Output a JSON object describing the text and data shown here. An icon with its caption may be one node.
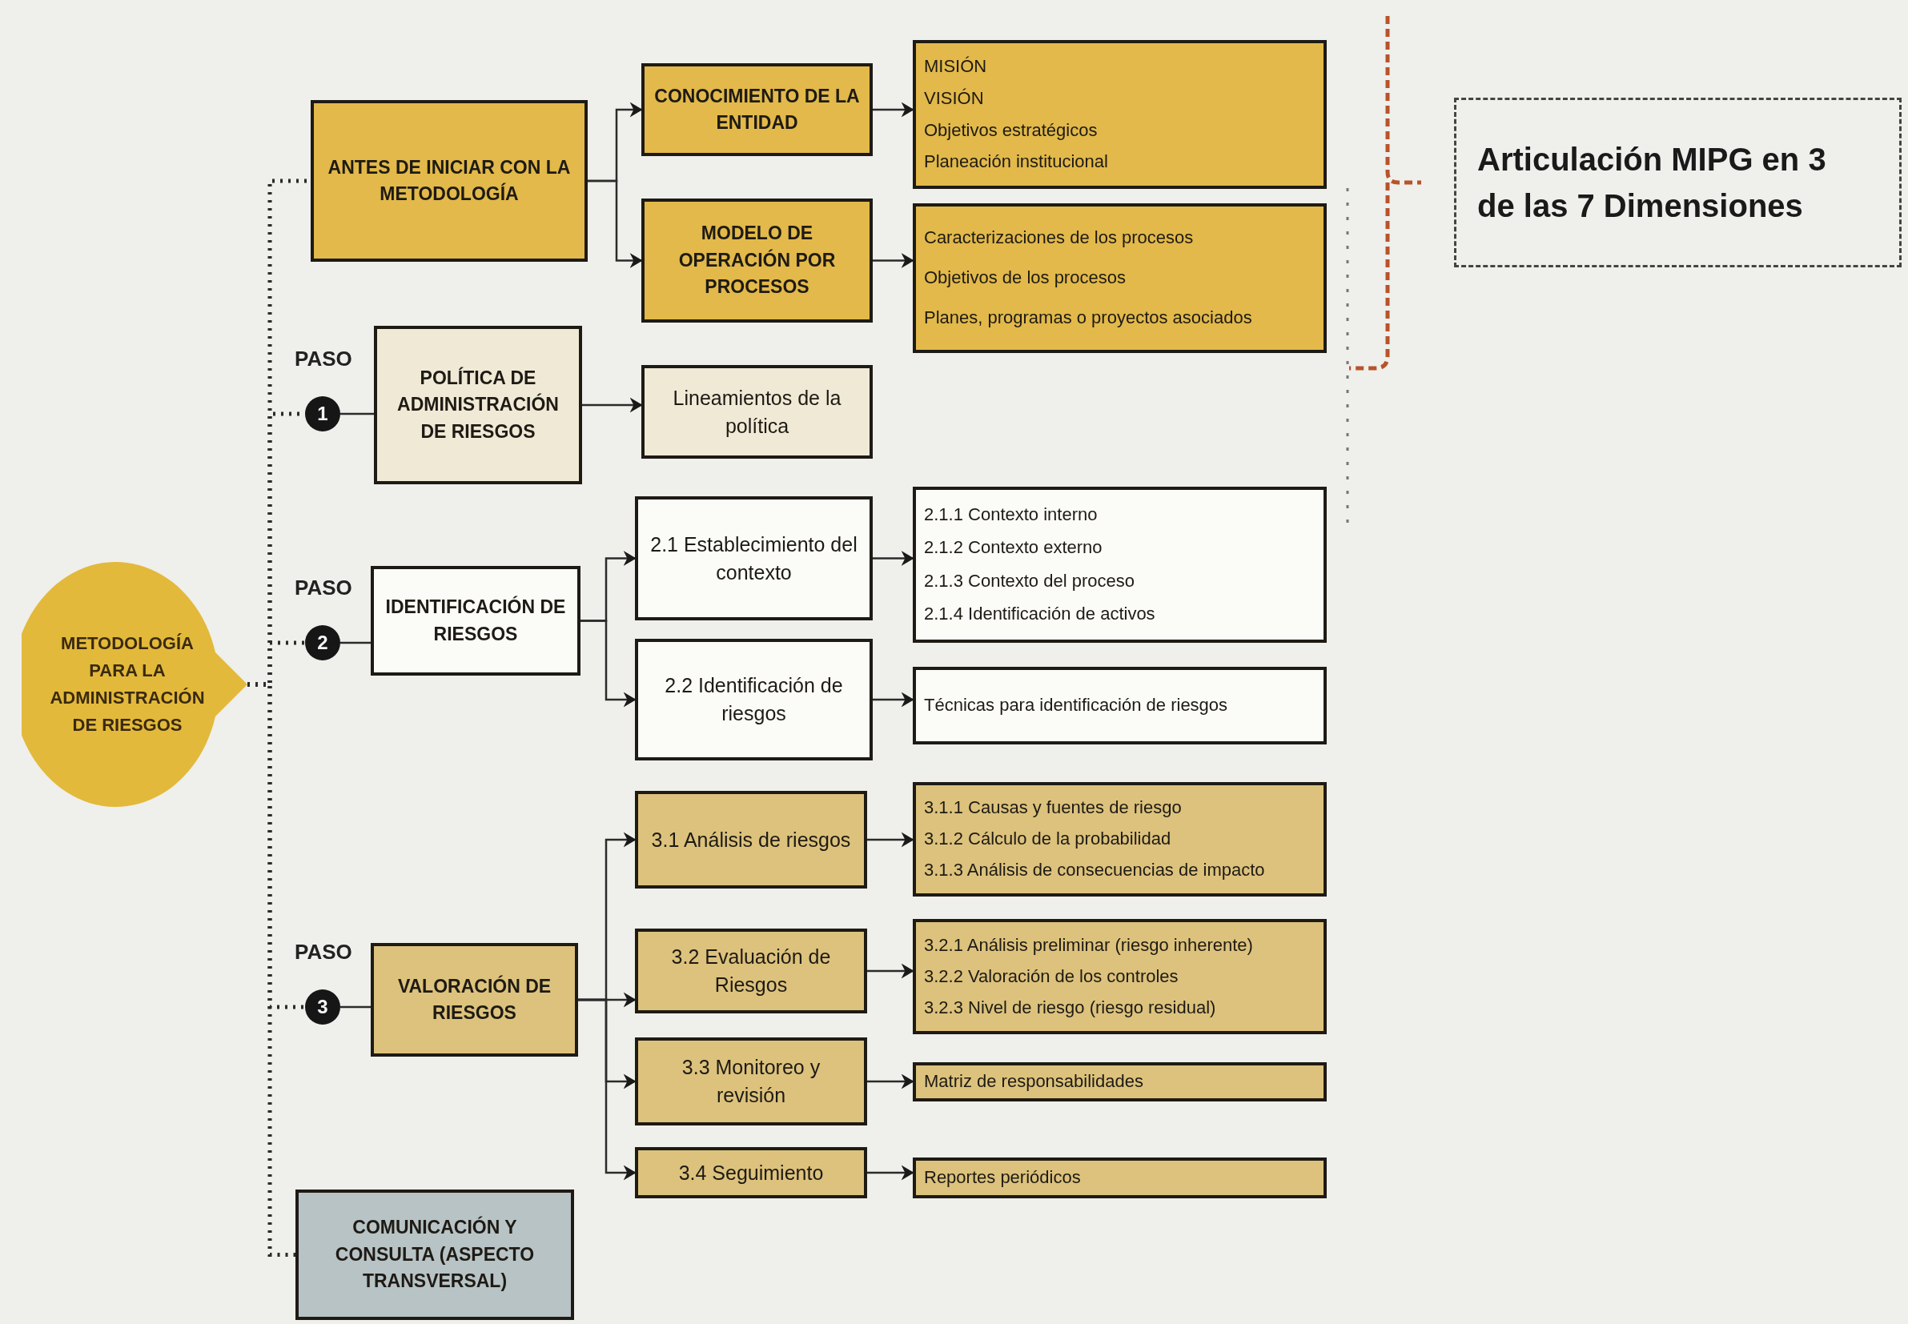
{
  "diagram": {
    "nodes": [
      {
        "text": [
          "METODOLOGÍA PARA LA ADMINISTRACIÓN DE RIESGOS"
        ]
      },
      {
        "text": [
          "ANTES DE INICIAR CON LA METODOLOGÍA"
        ]
      },
      {
        "text": [
          "CONOCIMIENTO DE LA ENTIDAD"
        ]
      },
      {
        "text": [
          "MODELO DE OPERACIÓN POR PROCESOS"
        ]
      },
      {
        "text": [
          "MISIÓN",
          "VISIÓN",
          "Objetivos estratégicos",
          "Planeación institucional"
        ]
      },
      {
        "text": [
          "Caracterizaciones de los procesos",
          "Objetivos de los procesos",
          "Planes, programas o proyectos asociados"
        ]
      },
      {
        "text": [
          "1"
        ],
        "beside": [
          "PASO"
        ]
      },
      {
        "text": [
          "POLÍTICA DE ADMINISTRACIÓN DE RIESGOS"
        ]
      },
      {
        "text": [
          "Lineamientos de la política"
        ]
      },
      {
        "text": [
          "2"
        ],
        "beside": [
          "PASO"
        ]
      },
      {
        "text": [
          "IDENTIFICACIÓN DE RIESGOS"
        ]
      },
      {
        "text": [
          "2.1 Establecimiento del contexto"
        ]
      },
      {
        "text": [
          "2.2 Identificación de riesgos"
        ]
      },
      {
        "text": [
          "2.1.1 Contexto interno",
          "2.1.2 Contexto externo",
          "2.1.3 Contexto del proceso",
          "2.1.4 Identificación de activos"
        ]
      },
      {
        "text": [
          "Técnicas para identificación de riesgos"
        ]
      },
      {
        "text": [
          "3"
        ],
        "beside": [
          "PASO"
        ]
      },
      {
        "text": [
          "VALORACIÓN DE RIESGOS"
        ]
      },
      {
        "text": [
          "3.1 Análisis de riesgos"
        ]
      },
      {
        "text": [
          "3.2 Evaluación de Riesgos"
        ]
      },
      {
        "text": [
          "3.3 Monitoreo y revisión"
        ]
      },
      {
        "text": [
          "3.4 Seguimiento"
        ]
      },
      {
        "text": [
          "3.1.1 Causas y fuentes de riesgo",
          "3.1.2 Cálculo de la probabilidad",
          "3.1.3 Análisis de consecuencias de impacto"
        ]
      },
      {
        "text": [
          "3.2.1 Análisis preliminar (riesgo inherente)",
          "3.2.2 Valoración de los controles",
          "3.2.3 Nivel de riesgo (riesgo residual)"
        ]
      },
      {
        "text": [
          "Matriz de responsabilidades"
        ]
      },
      {
        "text": [
          "Reportes periódicos"
        ]
      },
      {
        "text": [
          "COMUNICACIÓN Y CONSULTA (ASPECTO TRANSVERSAL)"
        ]
      },
      {
        "text": [
          "Articulación MIPG en 3 de las 7 Dimensiones"
        ]
      }
    ],
    "edges": [
      {
        "from": 0,
        "to": 1,
        "arrow": "none",
        "style": "dashed"
      },
      {
        "from": 0,
        "to": 6,
        "arrow": "none",
        "style": "dashed"
      },
      {
        "from": 0,
        "to": 9,
        "arrow": "none",
        "style": "dashed"
      },
      {
        "from": 0,
        "to": 15,
        "arrow": "none",
        "style": "dashed"
      },
      {
        "from": 0,
        "to": 25,
        "arrow": "none",
        "style": "dashed"
      },
      {
        "from": 1,
        "to": 2,
        "arrow": "to"
      },
      {
        "from": 1,
        "to": 3,
        "arrow": "to"
      },
      {
        "from": 2,
        "to": 4,
        "arrow": "to"
      },
      {
        "from": 3,
        "to": 5,
        "arrow": "to"
      },
      {
        "from": 6,
        "to": 7,
        "arrow": "none"
      },
      {
        "from": 7,
        "to": 8,
        "arrow": "to"
      },
      {
        "from": 9,
        "to": 10,
        "arrow": "none"
      },
      {
        "from": 10,
        "to": 11,
        "arrow": "to"
      },
      {
        "from": 10,
        "to": 12,
        "arrow": "to"
      },
      {
        "from": 11,
        "to": 13,
        "arrow": "to"
      },
      {
        "from": 12,
        "to": 14,
        "arrow": "to"
      },
      {
        "from": 15,
        "to": 16,
        "arrow": "none"
      },
      {
        "from": 16,
        "to": 17,
        "arrow": "to"
      },
      {
        "from": 16,
        "to": 18,
        "arrow": "to"
      },
      {
        "from": 16,
        "to": 19,
        "arrow": "to"
      },
      {
        "from": 16,
        "to": 20,
        "arrow": "to"
      },
      {
        "from": 17,
        "to": 21,
        "arrow": "to"
      },
      {
        "from": 18,
        "to": 22,
        "arrow": "to"
      },
      {
        "from": 19,
        "to": 23,
        "arrow": "to"
      },
      {
        "from": 20,
        "to": 24,
        "arrow": "to"
      }
    ]
  }
}
